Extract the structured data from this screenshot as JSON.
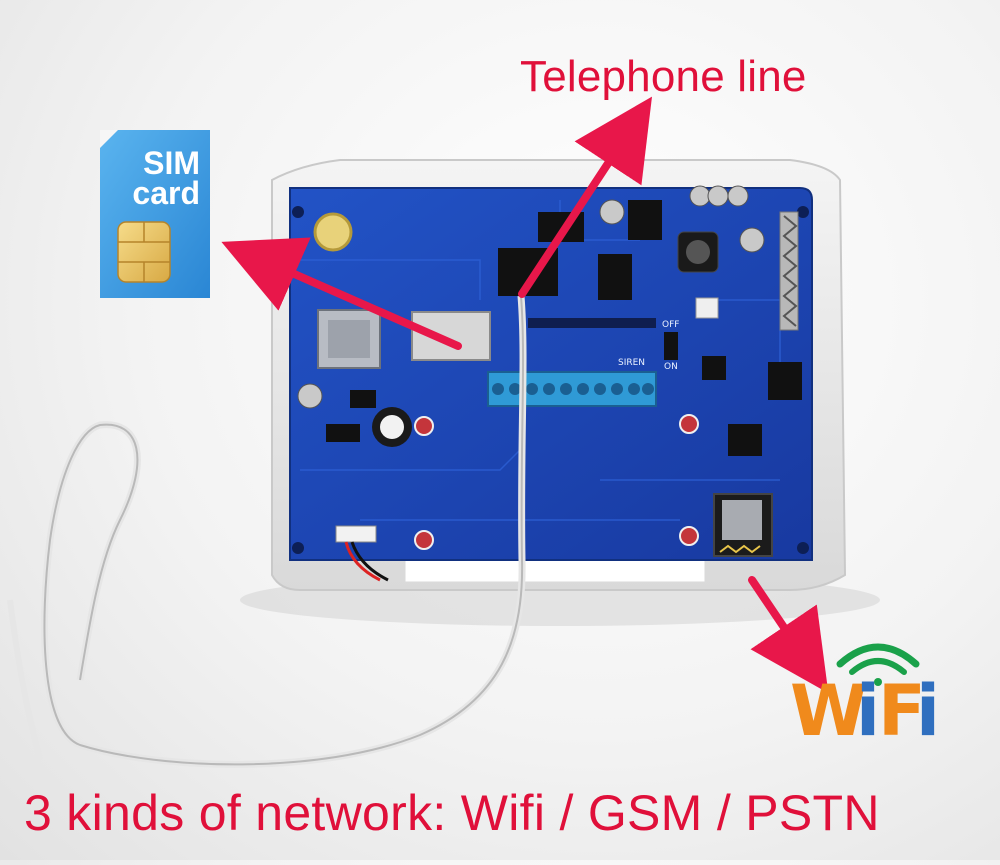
{
  "labels": {
    "telephone_line": "Telephone line",
    "caption": "3 kinds of network:  Wifi / GSM / PSTN"
  },
  "sim_card": {
    "line1": "SIM",
    "line2": "card"
  },
  "wifi_logo": {
    "letters": [
      "W",
      "i",
      "F",
      "i"
    ],
    "letter_colors": [
      "#f08a1c",
      "#2f6fbf",
      "#f08a1c",
      "#2f6fbf"
    ],
    "signal_color": "#1aa14a"
  },
  "board": {
    "off_label": "OFF",
    "on_label": "ON",
    "siren_label": "SIREN"
  },
  "colors": {
    "annotation": "#e0103a",
    "pcb": "#1b46b8",
    "sim_card": "#3b9be0"
  }
}
